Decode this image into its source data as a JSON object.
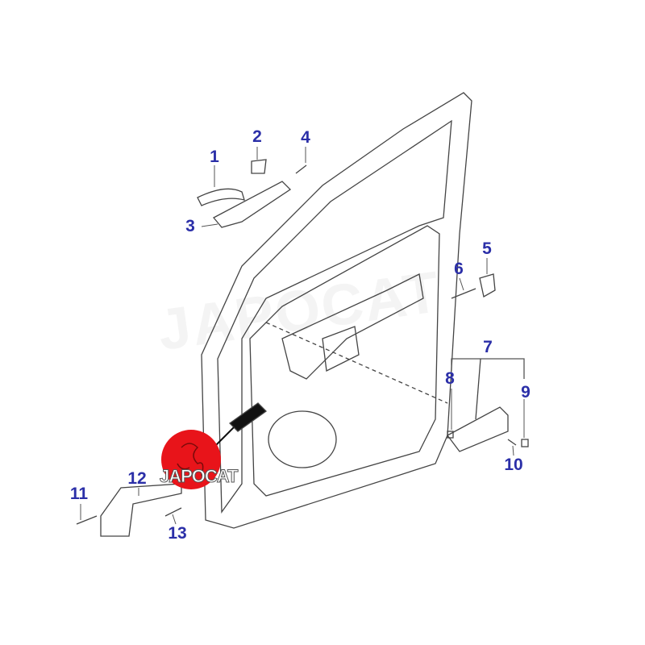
{
  "diagram": {
    "watermark": "JAPOCAT",
    "logo_text": "JAPOCAT",
    "label_color": "#2b2fa8",
    "logo_color": "#e8141a",
    "callouts": [
      "1",
      "2",
      "3",
      "4",
      "5",
      "6",
      "7",
      "8",
      "9",
      "10",
      "11",
      "12",
      "13"
    ]
  }
}
